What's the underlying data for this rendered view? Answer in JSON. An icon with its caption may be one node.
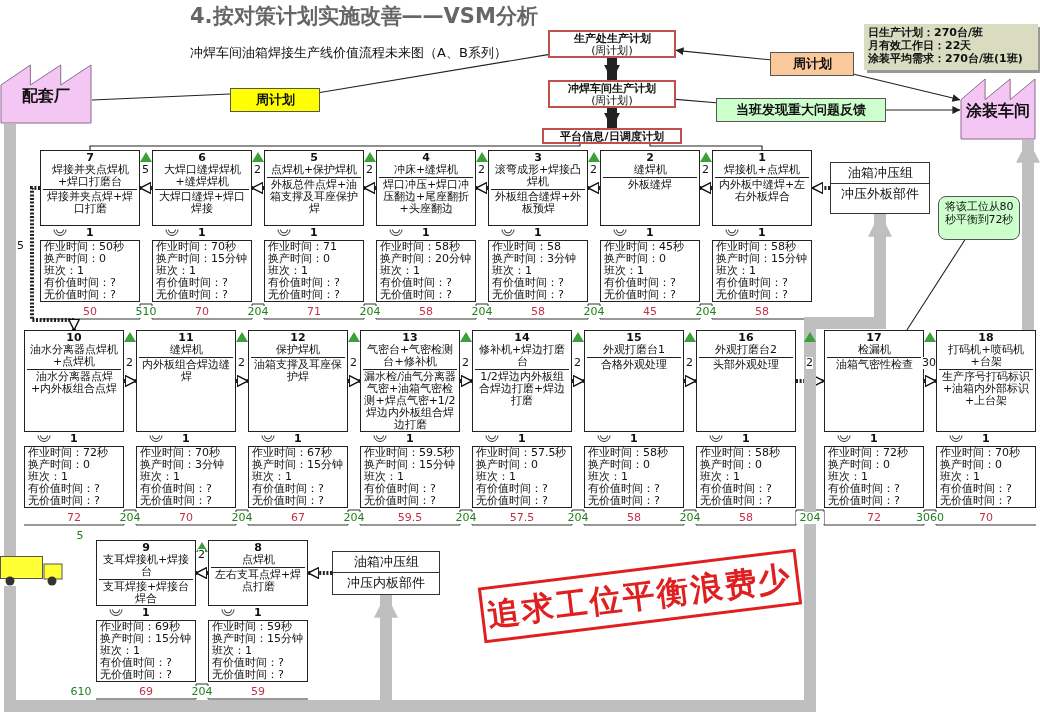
{
  "diagram": {
    "title": "4.按对策计划实施改善——VSM分析",
    "nodes": [
      {
        "text": [
          "配套厂"
        ]
      },
      {
        "text": [
          "生产处生产计划",
          "(周计划)"
        ]
      },
      {
        "text": [
          "冲焊车间生产计划",
          "(周计划)"
        ]
      },
      {
        "text": [
          "平台信息/日调度计划"
        ]
      },
      {
        "text": [
          "周计划"
        ]
      },
      {
        "text": [
          "周计划"
        ]
      },
      {
        "text": [
          "日生产计划：270台/班",
          "月有效工作日：22天",
          "涂装平均需求：270台/班(1班)"
        ]
      },
      {
        "text": [
          "涂装车间"
        ]
      },
      {
        "text": [
          "当班发现重大问题反馈"
        ]
      },
      {
        "text": [
          "7",
          "焊接并夹点焊机+焊口打磨台",
          "焊接并夹点焊+焊口打磨"
        ],
        "beside": [
          "1"
        ]
      },
      {
        "text": [
          "6",
          "大焊口缝焊焊机+缝焊焊机",
          "大焊口缝焊+焊口焊接"
        ],
        "beside": [
          "1"
        ]
      },
      {
        "text": [
          "5",
          "点焊机+保护焊机",
          "外板总件点焊+油箱支撑及耳座保护焊"
        ],
        "beside": [
          "1"
        ]
      },
      {
        "text": [
          "4",
          "冲床+缝焊机",
          "焊口冲压+焊口冲压翻边+尾座翻折+头座翻边"
        ],
        "beside": [
          "1"
        ]
      },
      {
        "text": [
          "3",
          "滚弯成形+焊接凸焊机",
          "外板组合缝焊+外板预焊"
        ],
        "beside": [
          "1"
        ]
      },
      {
        "text": [
          "2",
          "缝焊机",
          "外板缝焊"
        ],
        "beside": [
          "1"
        ]
      },
      {
        "text": [
          "1",
          "焊接机+点焊机",
          "内外板中缝焊+左右外板焊合"
        ],
        "beside": [
          "1"
        ]
      },
      {
        "text": [
          "油箱冲压组",
          "冲压外板部件"
        ]
      },
      {
        "text": [
          "作业时间：50秒",
          "换产时间：0",
          "班次：1",
          "有价值时间：?",
          "无价值时间：?"
        ]
      },
      {
        "text": [
          "作业时间：70秒",
          "换产时间：15分钟",
          "班次：1",
          "有价值时间：?",
          "无价值时间：?"
        ]
      },
      {
        "text": [
          "作业时间：71",
          "换产时间：0",
          "班次：1",
          "有价值时间：?",
          "无价值时间：?"
        ]
      },
      {
        "text": [
          "作业时间：58秒",
          "换产时间：20分钟",
          "班次：1",
          "有价值时间：?",
          "无价值时间：?"
        ]
      },
      {
        "text": [
          "作业时间：58",
          "换产时间：3分钟",
          "班次：1",
          "有价值时间：?",
          "无价值时间：?"
        ]
      },
      {
        "text": [
          "作业时间：45秒",
          "换产时间：0",
          "班次：1",
          "有价值时间：?",
          "无价值时间：?"
        ]
      },
      {
        "text": [
          "作业时间：58秒",
          "换产时间：15分钟",
          "班次：1",
          "有价值时间：?",
          "无价值时间：?"
        ]
      },
      {
        "text": [
          "将该工位从80秒平衡到72秒"
        ]
      },
      {
        "text": [
          "10",
          "油水分离器点焊机+点焊机",
          "油水分离器点焊+内外板组合点焊"
        ],
        "beside": [
          "1"
        ]
      },
      {
        "text": [
          "11",
          "缝焊机",
          "内外板组合焊边缝焊"
        ],
        "beside": [
          "1"
        ]
      },
      {
        "text": [
          "12",
          "保护焊机",
          "油箱支撑及耳座保护焊"
        ],
        "beside": [
          "1"
        ]
      },
      {
        "text": [
          "13",
          "气密台+气密检测台+修补机",
          "漏水检/油气分离器气密+油箱气密检测+焊点气密+1/2焊边内外板组合焊边打磨"
        ],
        "beside": [
          "1"
        ]
      },
      {
        "text": [
          "14",
          "修补机+焊边打磨台",
          "1/2焊边内外板组合焊边打磨+焊边打磨"
        ],
        "beside": [
          "1"
        ]
      },
      {
        "text": [
          "15",
          "外观打磨台1",
          "合格外观处理"
        ],
        "beside": [
          "1"
        ]
      },
      {
        "text": [
          "16",
          "外观打磨台2",
          "头部外观处理"
        ],
        "beside": [
          "1"
        ]
      },
      {
        "text": [
          "17",
          "检漏机",
          "油箱气密性检查"
        ],
        "beside": [
          "1"
        ]
      },
      {
        "text": [
          "18",
          "打码机+喷码机+台架",
          "生产序号打码标识+油箱内外部标识+上台架"
        ],
        "beside": [
          "1"
        ]
      },
      {
        "text": [],
        "shape": "truck"
      },
      {
        "text": [
          "作业时间：72秒",
          "换产时间：0",
          "班次：1",
          "有价值时间：?",
          "无价值时间：?"
        ]
      },
      {
        "text": [
          "作业时间：70秒",
          "换产时间：3分钟",
          "班次：1",
          "有价值时间：?",
          "无价值时间：?"
        ]
      },
      {
        "text": [
          "作业时间：67秒",
          "换产时间：15分钟",
          "班次：1",
          "有价值时间：?",
          "无价值时间：?"
        ]
      },
      {
        "text": [
          "作业时间：59.5秒",
          "换产时间：15分钟",
          "班次：1",
          "有价值时间：?",
          "无价值时间：?"
        ]
      },
      {
        "text": [
          "作业时间：57.5秒",
          "换产时间：0",
          "班次：1",
          "有价值时间：?",
          "无价值时间：?"
        ]
      },
      {
        "text": [
          "作业时间：58秒",
          "换产时间：0",
          "班次：1",
          "有价值时间：?",
          "无价值时间：?"
        ]
      },
      {
        "text": [
          "作业时间：58秒",
          "换产时间：0",
          "班次：1",
          "有价值时间：?",
          "无价值时间：?"
        ]
      },
      {
        "text": [
          "作业时间：72秒",
          "换产时间：0",
          "班次：1",
          "有价值时间：?",
          "无价值时间：?"
        ]
      },
      {
        "text": [
          "作业时间：70秒",
          "换产时间：0",
          "班次：1",
          "有价值时间：?",
          "无价值时间：?"
        ]
      },
      {
        "text": [
          "9",
          "支耳焊接机+焊接台",
          "支耳焊接+焊接台焊合"
        ],
        "beside": [
          "1"
        ]
      },
      {
        "text": [
          "8",
          "点焊机",
          "左右支耳点焊+焊点打磨"
        ],
        "beside": [
          "1"
        ]
      },
      {
        "text": [
          "油箱冲压组",
          "冲压内板部件"
        ]
      },
      {
        "text": [
          "追求工位平衡浪费少"
        ]
      },
      {
        "text": [
          "作业时间：69秒",
          "换产时间：15分钟",
          "班次：1",
          "有价值时间：?",
          "无价值时间：?"
        ]
      },
      {
        "text": [
          "作业时间：59秒",
          "换产时间：15分钟",
          "班次：1",
          "有价值时间：?",
          "无价值时间：?"
        ]
      }
    ],
    "edges": [
      {
        "from": 5,
        "to": 1,
        "arrow": "to"
      },
      {
        "from": 5,
        "to": 7,
        "arrow": "to"
      },
      {
        "from": 1,
        "to": 4,
        "arrow": "none"
      },
      {
        "from": 4,
        "to": 0,
        "arrow": "none"
      },
      {
        "from": 1,
        "to": 2,
        "arrow": "to",
        "style": "thick"
      },
      {
        "from": 2,
        "to": 3,
        "arrow": "to",
        "style": "thick"
      },
      {
        "from": 2,
        "to": 8,
        "arrow": "none"
      },
      {
        "from": 8,
        "to": 7,
        "arrow": "to"
      },
      {
        "from": 3,
        "to": 9,
        "arrow": "none"
      },
      {
        "from": 3,
        "to": 15,
        "arrow": "none"
      },
      {
        "from": 16,
        "to": 15,
        "arrow": "to",
        "style": "dashed"
      },
      {
        "from": 15,
        "to": 14,
        "label": "2",
        "arrow": "to",
        "style": "dashed"
      },
      {
        "from": 14,
        "to": 13,
        "label": "2",
        "arrow": "to",
        "style": "dashed"
      },
      {
        "from": 13,
        "to": 12,
        "label": "2",
        "arrow": "to",
        "style": "dashed"
      },
      {
        "from": 12,
        "to": 11,
        "label": "2",
        "arrow": "to",
        "style": "dashed"
      },
      {
        "from": 11,
        "to": 10,
        "label": "2",
        "arrow": "to",
        "style": "dashed"
      },
      {
        "from": 10,
        "to": 9,
        "label": "5",
        "arrow": "to",
        "style": "dashed"
      },
      {
        "from": 9,
        "to": 25,
        "label": "5",
        "arrow": "to",
        "style": "dashed"
      },
      {
        "from": 25,
        "to": 26,
        "label": "2",
        "arrow": "to",
        "style": "dashed"
      },
      {
        "from": 26,
        "to": 27,
        "label": "2",
        "arrow": "to",
        "style": "dashed"
      },
      {
        "from": 27,
        "to": 28,
        "label": "2",
        "arrow": "to",
        "style": "dashed"
      },
      {
        "from": 28,
        "to": 29,
        "label": "2",
        "arrow": "to",
        "style": "dashed"
      },
      {
        "from": 29,
        "to": 30,
        "label": "2",
        "arrow": "to",
        "style": "dashed"
      },
      {
        "from": 30,
        "to": 31,
        "label": "2",
        "arrow": "to",
        "style": "dashed"
      },
      {
        "from": 31,
        "to": 32,
        "label": "2",
        "arrow": "to",
        "style": "dashed"
      },
      {
        "from": 32,
        "to": 33,
        "label": "30",
        "arrow": "to",
        "style": "dashed"
      },
      {
        "from": 24,
        "to": 32,
        "arrow": "none"
      },
      {
        "from": 33,
        "to": 7,
        "arrow": "to",
        "style": "thick",
        "color": "#bfbfbf"
      },
      {
        "from": 0,
        "to": 34,
        "arrow": "none",
        "style": "thick",
        "color": "#bfbfbf"
      },
      {
        "from": 34,
        "to": 16,
        "arrow": "to",
        "style": "thick",
        "color": "#bfbfbf"
      },
      {
        "from": 34,
        "to": 46,
        "arrow": "to",
        "style": "thick",
        "color": "#bfbfbf"
      },
      {
        "from": 46,
        "to": 45,
        "arrow": "to",
        "style": "dashed"
      },
      {
        "from": 45,
        "to": 44,
        "label": "2",
        "arrow": "to",
        "style": "dashed"
      }
    ],
    "labels": [
      "冲焊车间油箱焊接生产线价值流程未来图（A、B系列）",
      "50",
      "510",
      "70",
      "204",
      "71",
      "204",
      "58",
      "204",
      "58",
      "204",
      "45",
      "204",
      "58",
      "72",
      "204",
      "70",
      "204",
      "67",
      "204",
      "59.5",
      "204",
      "57.5",
      "204",
      "58",
      "204",
      "58",
      "204",
      "72",
      "3060",
      "70",
      "5",
      "610",
      "69",
      "204",
      "59"
    ]
  }
}
